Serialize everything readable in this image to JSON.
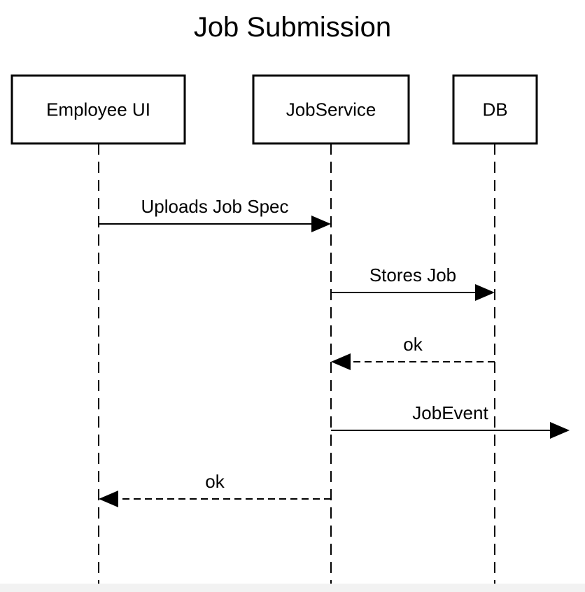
{
  "diagram": {
    "title": "Job Submission",
    "participants": [
      {
        "id": "employee-ui",
        "label": "Employee UI"
      },
      {
        "id": "job-service",
        "label": "JobService"
      },
      {
        "id": "db",
        "label": "DB"
      }
    ],
    "messages": [
      {
        "from": "employee-ui",
        "to": "job-service",
        "label": "Uploads Job Spec",
        "style": "solid"
      },
      {
        "from": "job-service",
        "to": "db",
        "label": "Stores Job",
        "style": "solid"
      },
      {
        "from": "db",
        "to": "job-service",
        "label": "ok",
        "style": "dashed"
      },
      {
        "from": "job-service",
        "to": "external",
        "label": "JobEvent",
        "style": "solid"
      },
      {
        "from": "job-service",
        "to": "employee-ui",
        "label": "ok",
        "style": "dashed"
      }
    ]
  }
}
